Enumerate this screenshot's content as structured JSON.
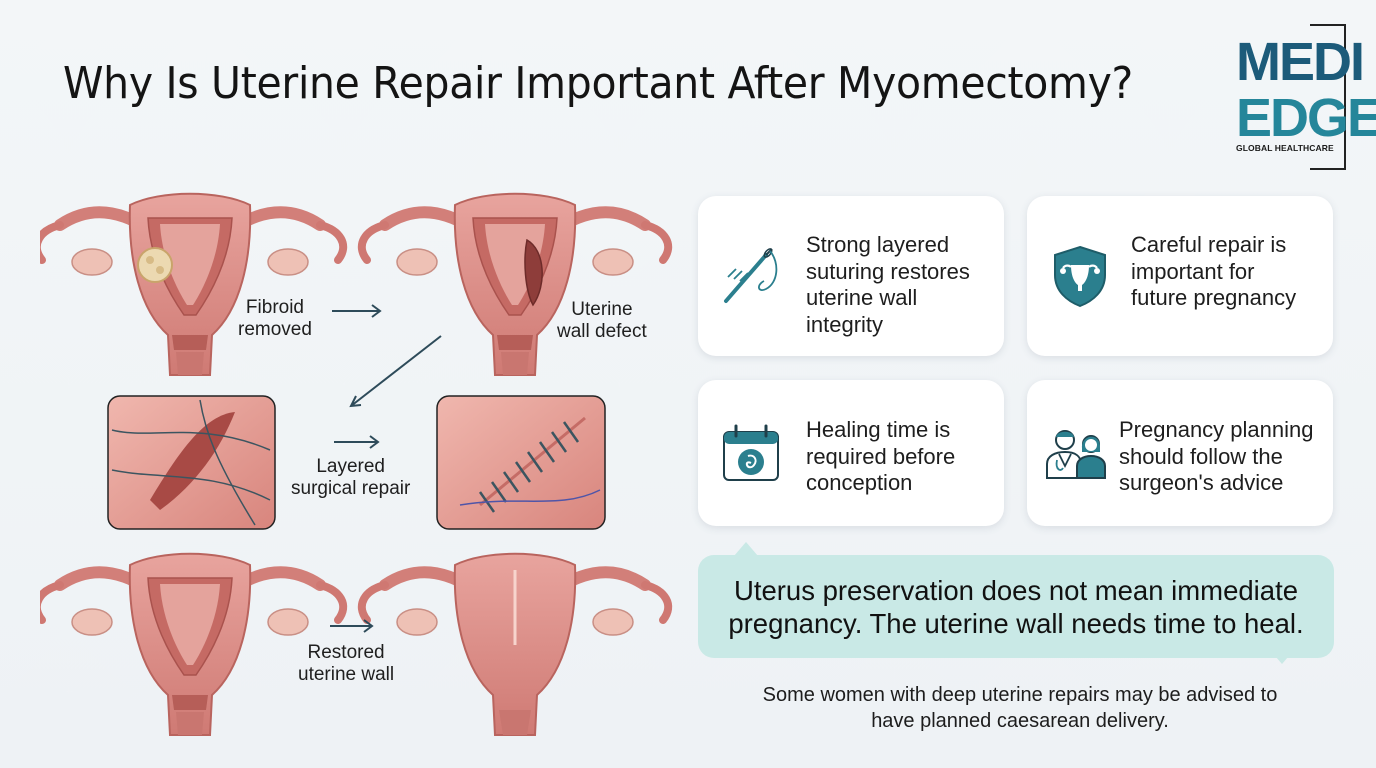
{
  "title": "Why Is Uterine Repair Important After Myomectomy?",
  "logo": {
    "line1": "MEDI",
    "line2": "EDGE",
    "tagline": "GLOBAL HEALTHCARE"
  },
  "diagram": {
    "labels": {
      "fibroid_removed": [
        "Fibroid",
        "removed"
      ],
      "uterine_wall_defect": [
        "Uterine",
        "wall defect"
      ],
      "layered_surgical_repair": [
        "Layered",
        "surgical repair"
      ],
      "restored_uterine_wall": [
        "Restored",
        "uterine wall"
      ]
    }
  },
  "cards": [
    {
      "icon": "needle-suture-icon",
      "text": [
        "Strong layered",
        "suturing restores",
        "uterine wall",
        "integrity"
      ]
    },
    {
      "icon": "uterus-shield-icon",
      "text": [
        "Careful repair is",
        "important for",
        "future pregnancy"
      ]
    },
    {
      "icon": "calendar-fetus-icon",
      "text": [
        "Healing time is",
        "required before",
        "conception"
      ]
    },
    {
      "icon": "doctor-patient-icon",
      "text": [
        "Pregnancy planning",
        "should follow the",
        "surgeon's advice"
      ]
    }
  ],
  "callout": {
    "lines": [
      "Uterus preservation does not mean immediate",
      "pregnancy. The uterine wall needs time to heal."
    ]
  },
  "note": {
    "lines": [
      "Some women with deep uterine repairs may be advised to",
      "have planned caesarean delivery."
    ]
  },
  "colors": {
    "teal": "#2b7f8e",
    "tissue": "#d98a84",
    "callout_bg": "#c9e9e6"
  }
}
